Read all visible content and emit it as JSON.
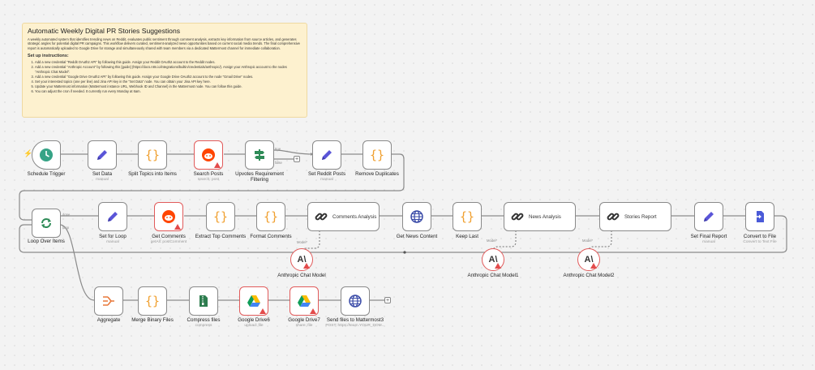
{
  "note": {
    "title": "Automatic Weekly Digital PR Stories Suggestions",
    "description": "A weekly automated system that identifies trending news on Reddit, evaluates public sentiment through comment analysis, extracts key information from source articles, and generates strategic angles for potential digital PR campaigns. This workflow delivers curated, sentiment-analyzed news opportunities based on current social media trends. The final comprehensive report is automatically uploaded to Google Drive for storage and simultaneously shared with team members via a dedicated Mattermost channel for immediate collaboration.",
    "setup_heading": "Set up instructions:",
    "steps": [
      "Add a new credential \"Reddit OAuth2 API\" by following this guide. Assign your Reddit OAuth2 account to the Reddit nodes.",
      "Add a new credential \"Anthropic Account\" by following this [guide] (https://docs.n8n.io/integrations/builtin/credentials/anthropic/). Assign your Anthropic account to the nodes \"Anthropic Chat Model\".",
      "Add a new credential \"Google Drive OAuth2 API\" by following this guide. Assign your Google Drive OAuth2 account to the node \"Gmail Drive\" nodes.",
      "Set your interested topics (one per line) and Jina API key in the \"Set Data\" node. You can obtain your Jina API key here.",
      "Update your Mattermost information (Mattermost instance URL, Webhook ID and Channel) in the Mattermost node. You can follow this guide.",
      "You can adjust the cron if needed. It currently run every Monday at 6am."
    ]
  },
  "nodes": {
    "schedule_trigger": {
      "label": "Schedule Trigger",
      "sub": ""
    },
    "set_data": {
      "label": "Set Data",
      "sub": "manual"
    },
    "split_topics": {
      "label": "Split Topics into Items",
      "sub": ""
    },
    "search_posts": {
      "label": "Search Posts",
      "sub": "search: post"
    },
    "upvotes_filter": {
      "label": "Upvotes Requirement Filtering",
      "sub": ""
    },
    "set_reddit_posts": {
      "label": "Set Reddit Posts",
      "sub": "manual"
    },
    "remove_duplicates": {
      "label": "Remove Duplicates",
      "sub": ""
    },
    "loop_over_items": {
      "label": "Loop Over Items",
      "sub": ""
    },
    "set_for_loop": {
      "label": "Set for Loop",
      "sub": "manual"
    },
    "get_comments": {
      "label": "Get Comments",
      "sub": "getAll: postComment"
    },
    "extract_top_comments": {
      "label": "Extract Top Comments",
      "sub": ""
    },
    "format_comments": {
      "label": "Format Comments",
      "sub": ""
    },
    "comments_analysis": {
      "label": "Comments Analysis",
      "sub": ""
    },
    "get_news_content": {
      "label": "Get News Content",
      "sub": ""
    },
    "keep_last": {
      "label": "Keep Last",
      "sub": ""
    },
    "news_analysis": {
      "label": "News Analysis",
      "sub": ""
    },
    "stories_report": {
      "label": "Stories Report",
      "sub": ""
    },
    "set_final_report": {
      "label": "Set Final Report",
      "sub": "manual"
    },
    "convert_to_file": {
      "label": "Convert to File",
      "sub": "Convert to Text File"
    },
    "anthropic_chat_model": {
      "label": "Anthropic Chat Model",
      "sub": ""
    },
    "anthropic_chat_model1": {
      "label": "Anthropic Chat Model1",
      "sub": ""
    },
    "anthropic_chat_model2": {
      "label": "Anthropic Chat Model2",
      "sub": ""
    },
    "aggregate": {
      "label": "Aggregate",
      "sub": ""
    },
    "merge_binary_files": {
      "label": "Merge Binary Files",
      "sub": ""
    },
    "compress_files": {
      "label": "Compress files",
      "sub": "compress"
    },
    "google_drive6": {
      "label": "Google Drive6",
      "sub": "upload: file"
    },
    "google_drive7": {
      "label": "Google Drive7",
      "sub": "share: file"
    },
    "send_mattermost": {
      "label": "Send files to Mattermost3",
      "sub": "POST: https://team.YOUR_DOM..."
    }
  },
  "port_labels": {
    "true": "true",
    "false": "false",
    "done": "done",
    "loop": "loop",
    "model": "Model*"
  },
  "colors": {
    "wire": "#8a8a8a",
    "error_border": "#e15b5b",
    "note_bg": "#fdf1cf",
    "code_icon": "#f0a030",
    "set_icon": "#5a55d8",
    "reddit": "#ff4500",
    "loop_icon": "#2e8b57"
  }
}
